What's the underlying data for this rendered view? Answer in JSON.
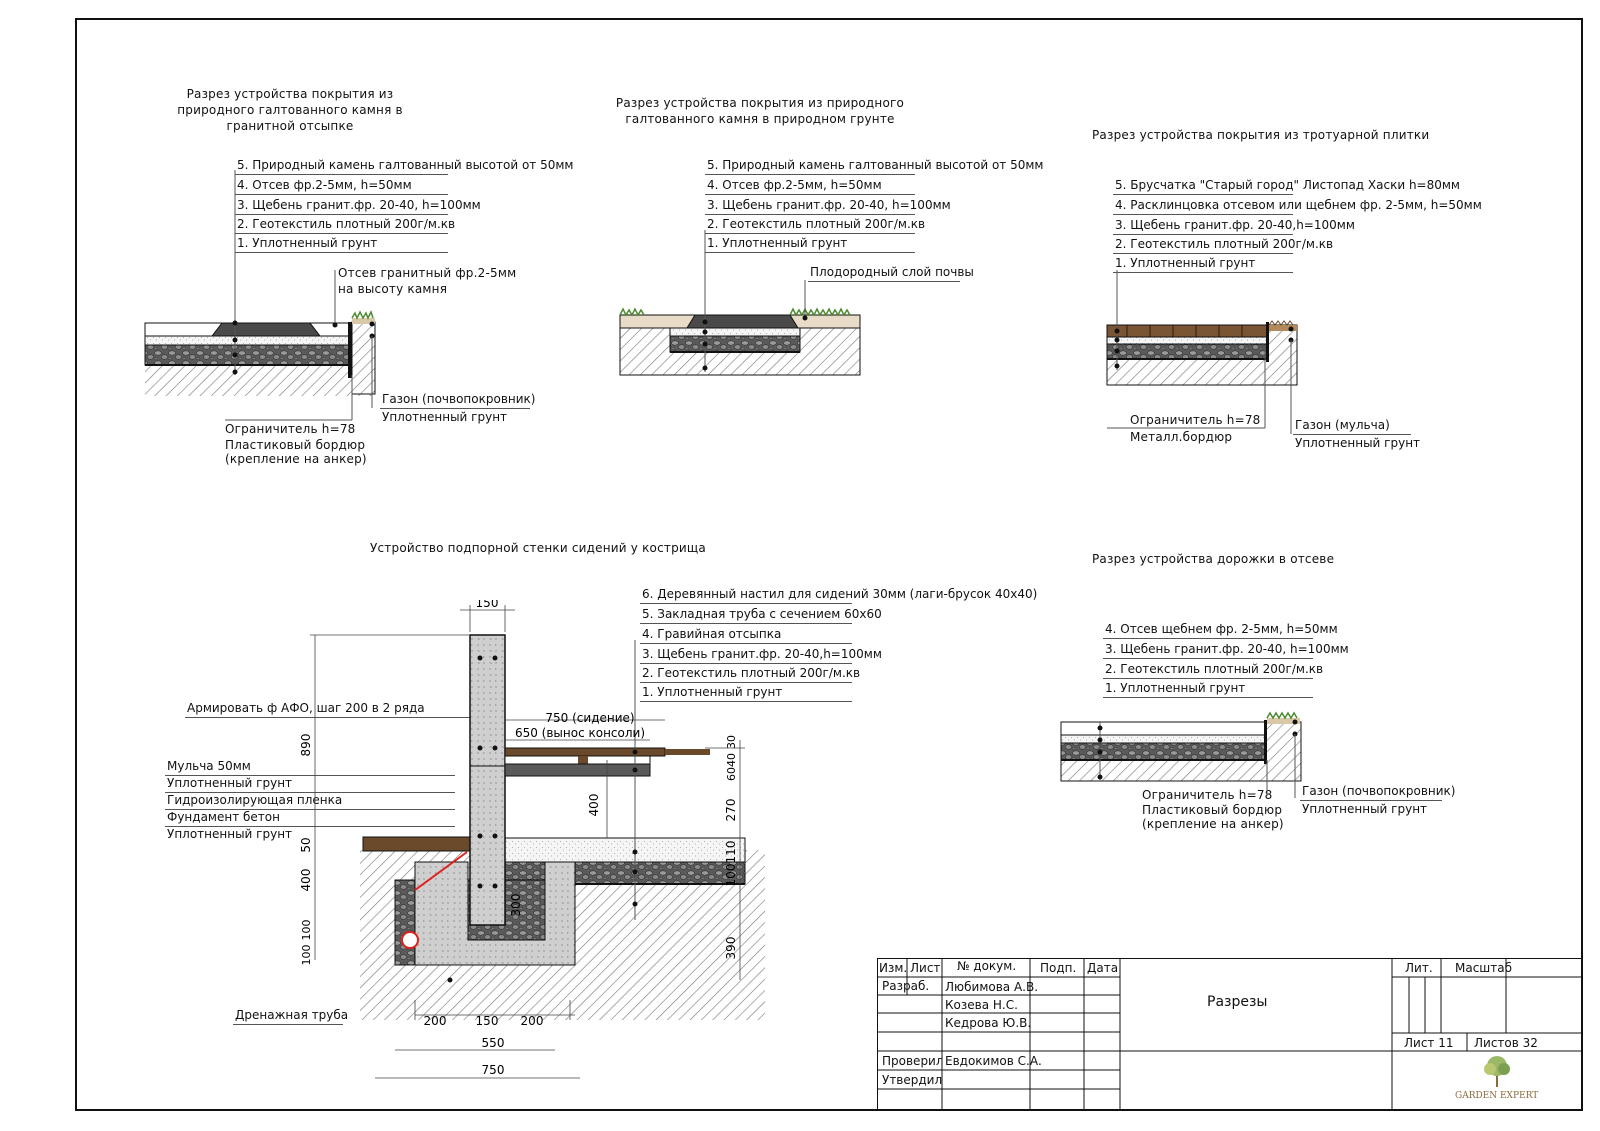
{
  "sections": {
    "s1": {
      "title": "Разрез устройства покрытия из природного галтованного камня в гранитной отсыпке",
      "layers": [
        "5. Природный камень галтованный высотой от 50мм",
        "4. Отсев фр.2-5мм,  h=50мм",
        "3. Щебень гранит.фр. 20-40, h=100мм",
        "2. Геотекстиль  плотный 200г/м.кв",
        "1. Уплотненный грунт"
      ],
      "note_top": [
        "Отсев гранитный фр.2-5мм",
        "на высоту камня"
      ],
      "note_right": [
        "Газон (почвопокровник)",
        "Уплотненный грунт"
      ],
      "note_left": [
        "Ограничитель h=78",
        "Пластиковый бордюр",
        "(крепление на анкер)"
      ]
    },
    "s2": {
      "title": "Разрез устройства покрытия из природного галтованного камня в природном грунте",
      "layers": [
        "5. Природный камень галтованный высотой от 50мм",
        "4. Отсев фр.2-5мм,  h=50мм",
        "3. Щебень гранит.фр. 20-40, h=100мм",
        "2. Геотекстиль  плотный 200г/м.кв",
        "1. Уплотненный грунт"
      ],
      "note_right": "Плодородный слой почвы"
    },
    "s3": {
      "title": "Разрез устройства покрытия из тротуарной плитки",
      "layers": [
        "5. Брусчатка \"Старый город\" Листопад Хаски h=80мм",
        "4. Расклинцовка отсевом или щебнем фр. 2-5мм, h=50мм",
        "3. Щебень гранит.фр. 20-40,h=100мм",
        "2. Геотекстиль  плотный 200г/м.кв",
        "1. Уплотненный грунт"
      ],
      "note_left": [
        "Ограничитель h=78",
        "Металл.бордюр"
      ],
      "note_right": [
        "Газон (мульча)",
        "Уплотненный грунт"
      ]
    },
    "s4": {
      "title": "Устройство подпорной стенки сидений у кострища",
      "layers": [
        "6. Деревянный настил для сидений 30мм (лаги-брусок 40x40)",
        "5. Закладная труба с сечением 60x60",
        "4. Гравийная отсыпка",
        "3. Щебень гранит.фр. 20-40,h=100мм",
        "2. Геотекстиль  плотный 200г/м.кв",
        "1. Уплотненный грунт"
      ],
      "left_labels": [
        "Армировать ф АФО, шаг 200 в 2 ряда",
        "Мульча 50мм",
        "Уплотненный грунт",
        "Гидроизолирующая пленка",
        "Фундамент бетон",
        "Уплотненный грунт"
      ],
      "drain": "Дренажная труба",
      "dims": {
        "d150top": "150",
        "seat": "750 (сидение)",
        "console": "650 (вынос консоли)",
        "d890": "890",
        "d400": "400",
        "d30": "30",
        "d40": "40",
        "d60": "60",
        "d270": "270",
        "d110": "110",
        "d100": "100",
        "d390": "390",
        "d50": "50",
        "d400b": "400",
        "d300": "300",
        "d100a": "100",
        "d100b": "100",
        "b200a": "200",
        "b150": "150",
        "b200b": "200",
        "b550": "550",
        "b750": "750"
      }
    },
    "s5": {
      "title": "Разрез устройства  дорожки в отсеве",
      "layers": [
        "4. Отсев щебнем фр. 2-5мм, h=50мм",
        "3. Щебень гранит.фр. 20-40, h=100мм",
        "2. Геотекстиль  плотный 200г/м.кв",
        "1. Уплотненный грунт"
      ],
      "note_left": [
        "Ограничитель h=78",
        "Пластиковый бордюр",
        "(крепление на анкер)"
      ],
      "note_right": [
        "Газон (почвопокровник)",
        "Уплотненный грунт"
      ]
    }
  },
  "stamp": {
    "h_izm": "Изм.",
    "h_list": "Лист",
    "h_doc": "№   докум.",
    "h_podp": "Подп.",
    "h_data": "Дата",
    "razrab": "Разраб.",
    "p1": "Любимова А.В.",
    "p2": "Козева Н.С.",
    "p3": "Кедрова Ю.В.",
    "proveril": "Проверил",
    "p4": "Евдокимов С.А.",
    "utverdil": "Утвердил",
    "name": "Разрезы",
    "lit": "Лит.",
    "masshtab": "Масштаб",
    "sheet": "Лист  11",
    "sheets": "Листов  32",
    "logo": "GARDEN EXPERT"
  },
  "colors": {
    "line": "#111111",
    "gravel": "#3a3a3a",
    "concrete": "#c9c9c9",
    "wood": "#6b4a2b",
    "grass": "#4c8a2e",
    "sand": "#e8dcc8",
    "pipe": "#e02020"
  }
}
